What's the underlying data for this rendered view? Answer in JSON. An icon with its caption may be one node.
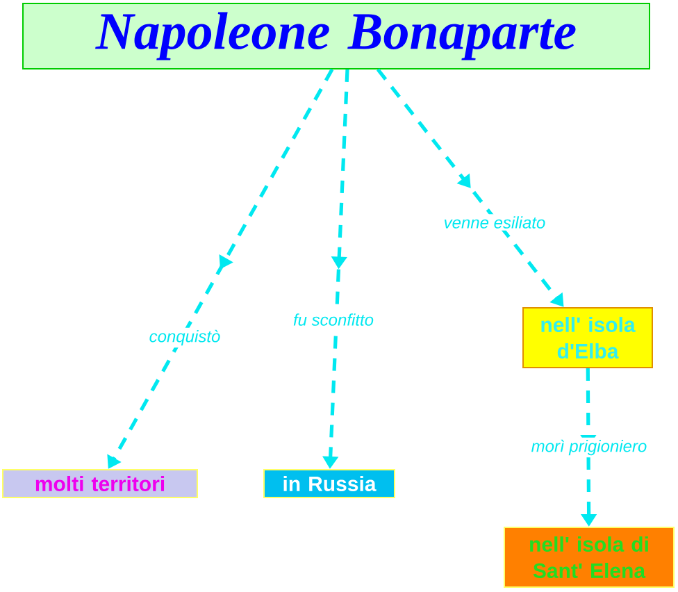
{
  "diagram": {
    "nodes": [
      {
        "text": [
          "Napoleone  Bonaparte"
        ]
      },
      {
        "text": [
          "molti  territori"
        ]
      },
      {
        "text": [
          "in  Russia"
        ]
      },
      {
        "text": [
          "nell' isola d'Elba"
        ]
      },
      {
        "text": [
          "nell' isola  di Sant' Elena"
        ]
      }
    ],
    "edges": [
      {
        "from": 0,
        "to": 1,
        "arrow": "to",
        "label": "conquistò"
      },
      {
        "from": 0,
        "to": 2,
        "arrow": "to",
        "label": "fu  sconfitto"
      },
      {
        "from": 0,
        "to": 3,
        "arrow": "to",
        "label": "venne  esiliato"
      },
      {
        "from": 3,
        "to": 4,
        "arrow": "to",
        "label": "morì  prigioniero"
      }
    ]
  }
}
